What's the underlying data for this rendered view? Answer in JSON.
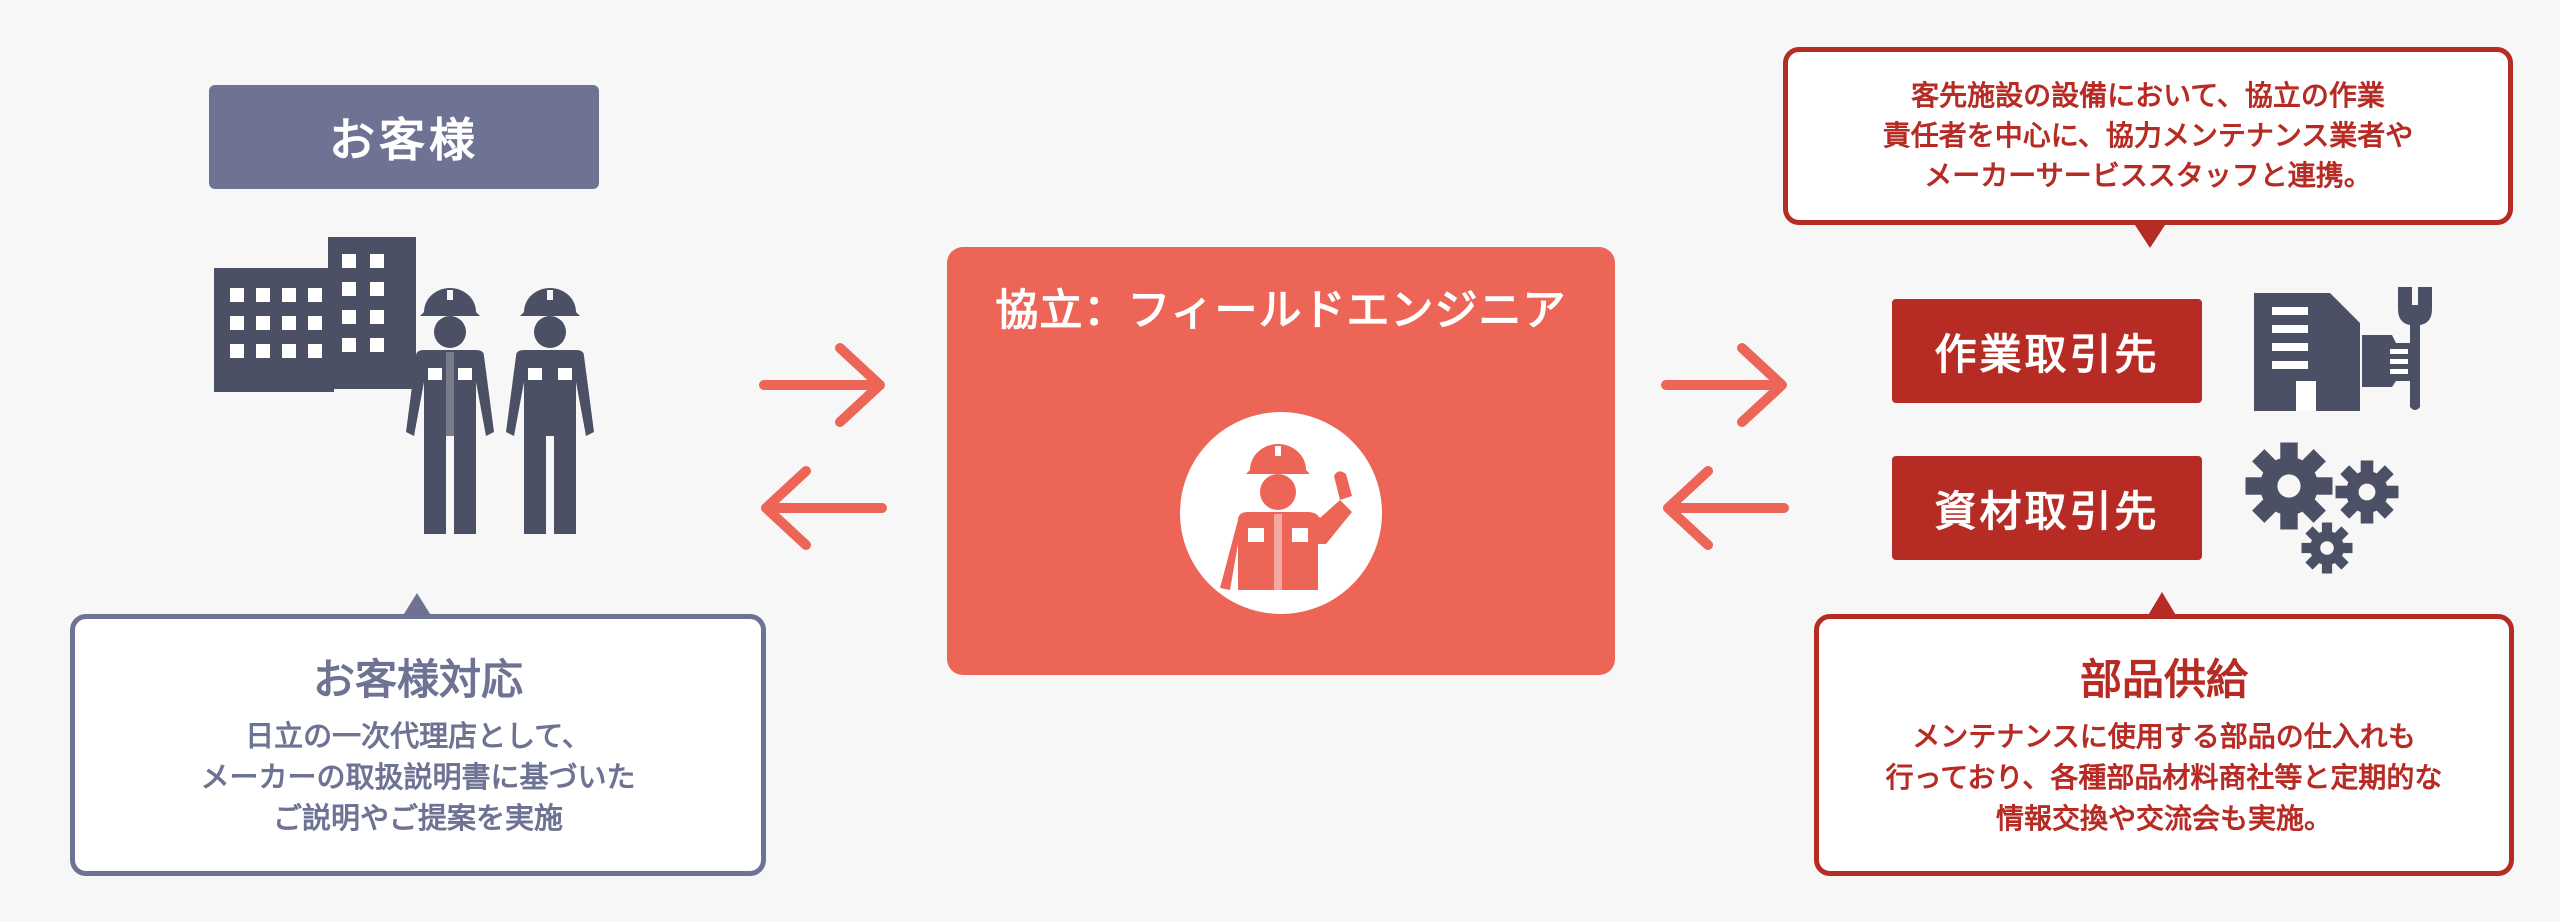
{
  "customer": {
    "label": "お客様",
    "box_title": "お客様対応",
    "box_lines": [
      "日立の一次代理店として、",
      "メーカーの取扱説明書に基づいた",
      "ご説明やご提案を実施"
    ],
    "icon": "building-and-workers-icon"
  },
  "center": {
    "title": "協立：フィールドエンジニア",
    "icon": "field-engineer-icon"
  },
  "partners": {
    "callout_lines": [
      "客先施設の設備において、協立の作業",
      "責任者を中心に、協力メンテナンス業者や",
      "メーカーサービススタッフと連携。"
    ],
    "work_label": "作業取引先",
    "material_label": "資材取引先",
    "work_icon": "building-wrench-icon",
    "material_icon": "gears-icon"
  },
  "supply": {
    "title": "部品供給",
    "lines": [
      "メンテナンスに使用する部品の仕入れも",
      "行っており、各種部品材料商社等と定期的な",
      "情報交換や交流会も実施。"
    ]
  },
  "colors": {
    "background": "#f7f7f7",
    "customer": "#6e7394",
    "center": "#ec6556",
    "partner": "#b72b25",
    "icon_dark": "#4b5064"
  }
}
